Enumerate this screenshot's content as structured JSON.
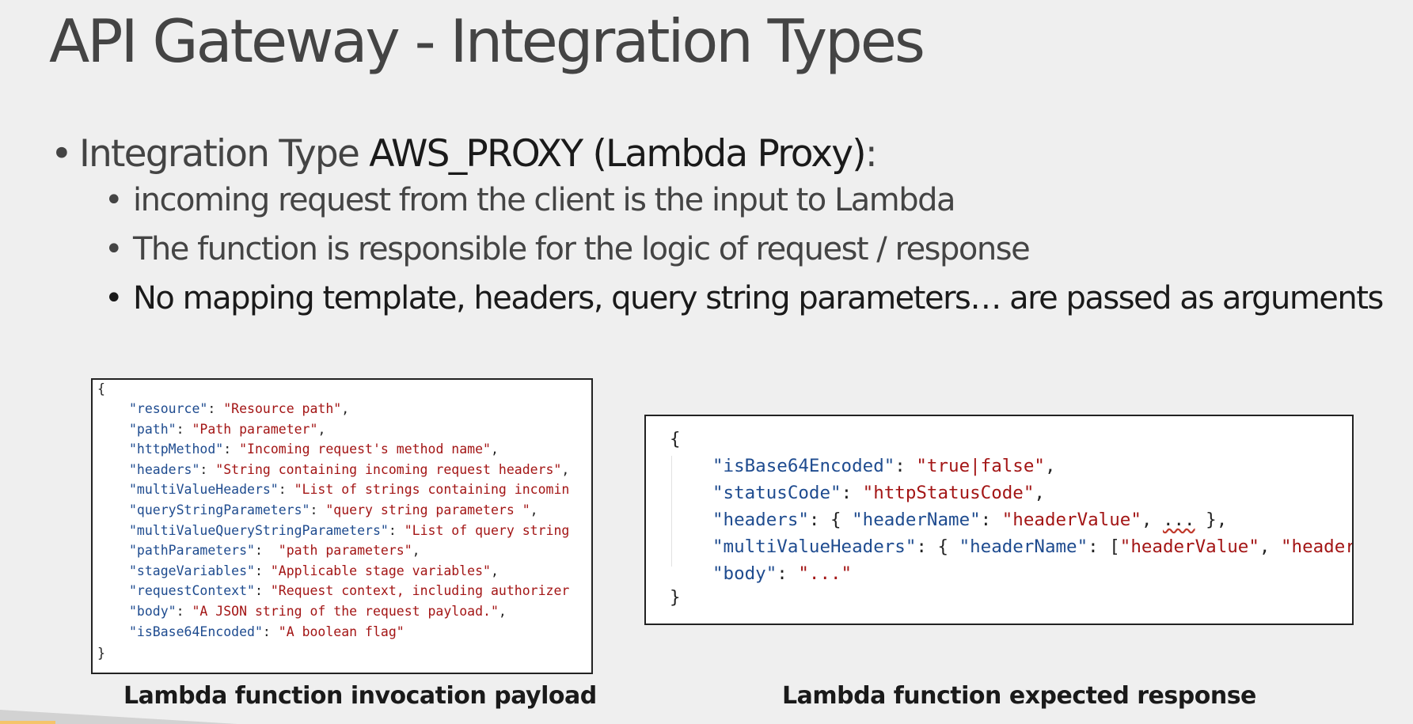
{
  "title": "API Gateway - Integration Types",
  "bullets": {
    "main_prefix": "Integration Type ",
    "main_highlight": "AWS_PROXY (Lambda Proxy)",
    "main_suffix": ":",
    "sub": [
      "incoming request from the client is the input to Lambda",
      "The function is responsible for the logic of request / response",
      "No mapping template, headers, query string parameters… are passed as arguments"
    ]
  },
  "payload": {
    "open_brace": "{",
    "close_brace": "}",
    "entries": [
      {
        "key": "\"resource\"",
        "sep": ": ",
        "value": "\"Resource path\"",
        "end": ","
      },
      {
        "key": "\"path\"",
        "sep": ": ",
        "value": "\"Path parameter\"",
        "end": ","
      },
      {
        "key": "\"httpMethod\"",
        "sep": ": ",
        "value": "\"Incoming request's method name\"",
        "end": ","
      },
      {
        "key": "\"headers\"",
        "sep": ": ",
        "value": "\"String containing incoming request headers\"",
        "end": ","
      },
      {
        "key": "\"multiValueHeaders\"",
        "sep": ": ",
        "value": "\"List of strings containing incomin",
        "end": ""
      },
      {
        "key": "\"queryStringParameters\"",
        "sep": ": ",
        "value": "\"query string parameters \"",
        "end": ","
      },
      {
        "key": "\"multiValueQueryStringParameters\"",
        "sep": ": ",
        "value": "\"List of query string",
        "end": ""
      },
      {
        "key": "\"pathParameters\"",
        "sep": ":  ",
        "value": "\"path parameters\"",
        "end": ","
      },
      {
        "key": "\"stageVariables\"",
        "sep": ": ",
        "value": "\"Applicable stage variables\"",
        "end": ","
      },
      {
        "key": "\"requestContext\"",
        "sep": ": ",
        "value": "\"Request context, including authorizer",
        "end": ""
      },
      {
        "key": "\"body\"",
        "sep": ": ",
        "value": "\"A JSON string of the request payload.\"",
        "end": ","
      },
      {
        "key": "\"isBase64Encoded\"",
        "sep": ": ",
        "value": "\"A boolean flag\"",
        "end": ""
      }
    ],
    "caption": "Lambda function invocation payload"
  },
  "response": {
    "open_brace": "{",
    "close_brace": "}",
    "line1_key": "\"isBase64Encoded\"",
    "line1_sep": ": ",
    "line1_val": "\"true|false\"",
    "line1_end": ",",
    "line2_key": "\"statusCode\"",
    "line2_sep": ": ",
    "line2_val": "\"httpStatusCode\"",
    "line2_end": ",",
    "line3_key": "\"headers\"",
    "line3_sep": ": { ",
    "line3_inner_key": "\"headerName\"",
    "line3_inner_sep": ": ",
    "line3_inner_val": "\"headerValue\"",
    "line3_comma": ", ",
    "line3_ellipsis": "...",
    "line3_end": " },",
    "line4_key": "\"multiValueHeaders\"",
    "line4_sep": ": { ",
    "line4_inner_key": "\"headerName\"",
    "line4_inner_sep": ": [",
    "line4_inner_val": "\"headerValue\"",
    "line4_comma": ", ",
    "line4_trunc": "\"header",
    "line5_key": "\"body\"",
    "line5_sep": ": ",
    "line5_val": "\"...\"",
    "caption": "Lambda function expected response"
  }
}
